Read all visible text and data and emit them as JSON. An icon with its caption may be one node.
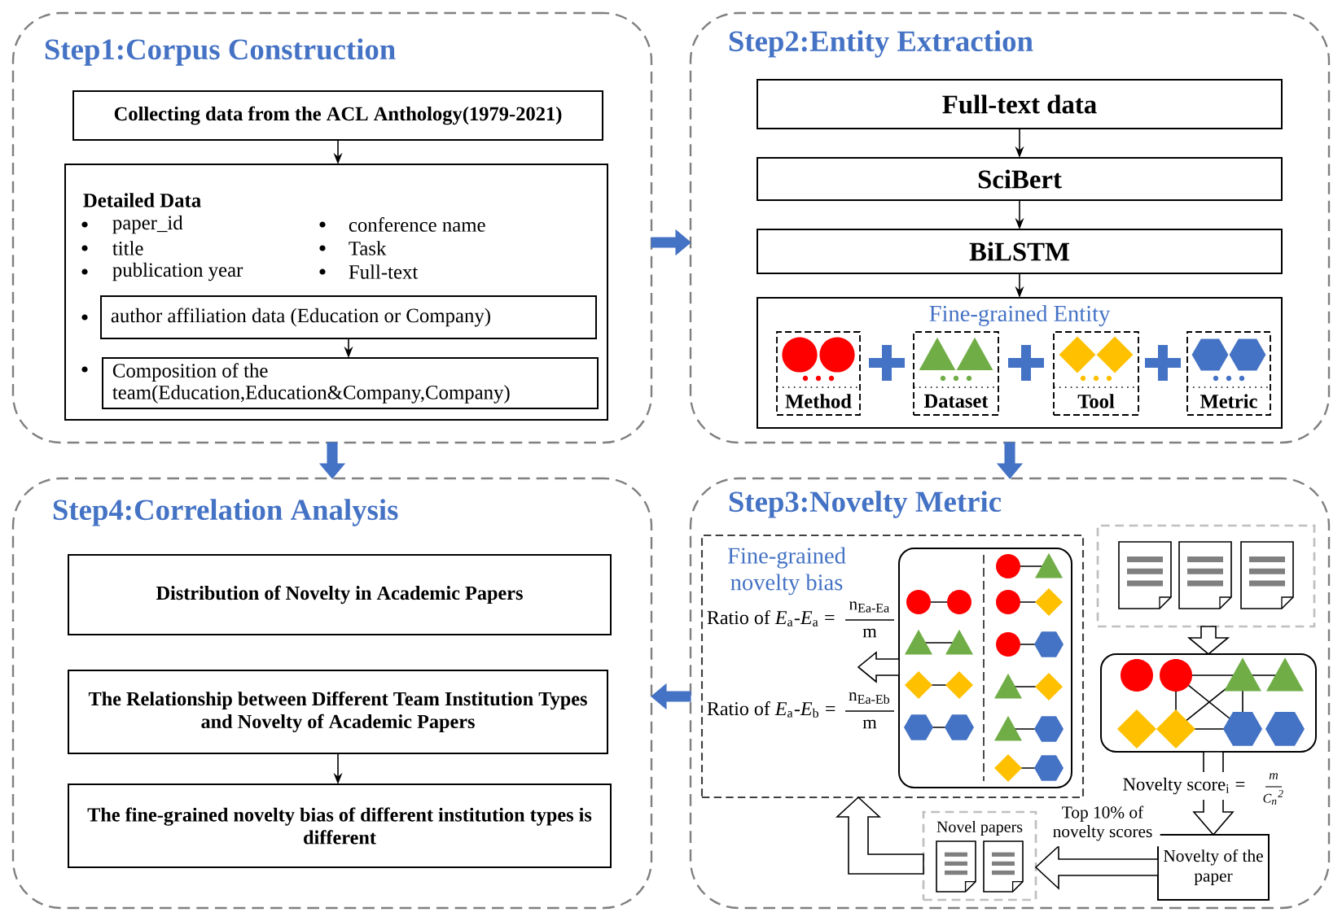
{
  "diagram": {
    "nodes": [
      {
        "text": [
          "Step1:Corpus Construction"
        ]
      },
      {
        "text": [
          "Collecting data from the ACL Anthology(1979-2021)"
        ],
        "in": 0
      },
      {
        "text": [
          "Detailed Data",
          "paper_id",
          "title",
          "publication year",
          "conference name",
          "Task",
          "Full-text"
        ],
        "in": 0
      },
      {
        "text": [
          "author affiliation data (Education or Company)"
        ],
        "in": 2
      },
      {
        "text": [
          "Composition of the team(Education,Education&Company,Company)"
        ],
        "in": 2
      },
      {
        "text": [
          "Step2:Entity Extraction"
        ]
      },
      {
        "text": [
          "Full-text data"
        ],
        "in": 5
      },
      {
        "text": [
          "SciBert"
        ],
        "in": 5
      },
      {
        "text": [
          "BiLSTM"
        ],
        "in": 5
      },
      {
        "text": [
          "Fine-grained Entity"
        ],
        "in": 5
      },
      {
        "text": [
          "Method"
        ],
        "in": 9
      },
      {
        "text": [
          "Dataset"
        ],
        "in": 9
      },
      {
        "text": [
          "Tool"
        ],
        "in": 9
      },
      {
        "text": [
          "Metric"
        ],
        "in": 9
      },
      {
        "text": [
          "Step3:Novelty Metric"
        ]
      },
      {
        "text": [
          "Fine-grained novelty bias",
          "Ratio of *E*$_{a}$-*E*$_{a}$ =",
          "n$_{Ea-Ea}$",
          "m",
          "Ratio of *E*$_{a}$-*E*$_{b}$ =",
          "n$_{Ea-Eb}$",
          "m"
        ],
        "in": 14
      },
      {
        "text": [],
        "shape": "box",
        "in": 15
      },
      {
        "text": [],
        "shape": "box",
        "in": 14
      },
      {
        "text": [],
        "shape": "box",
        "in": 14
      },
      {
        "text": [
          "Novelty of the paper"
        ],
        "in": 14
      },
      {
        "text": [
          "Novel papers"
        ],
        "in": 14
      },
      {
        "text": [
          "Step4:Correlation Analysis"
        ]
      },
      {
        "text": [
          "Distribution of Novelty in Academic Papers"
        ],
        "in": 21
      },
      {
        "text": [
          "The Relationship between Different Team Institution Types and Novelty of Academic Papers"
        ],
        "in": 21
      },
      {
        "text": [
          "The fine-grained novelty bias of different institution types is different"
        ],
        "in": 21
      }
    ],
    "edges": [
      {
        "from": 0,
        "to": 5,
        "arrow": "to",
        "style": "thick",
        "color": "#4472c4"
      },
      {
        "from": 1,
        "to": 2,
        "arrow": "to"
      },
      {
        "from": 3,
        "to": 4,
        "arrow": "to"
      },
      {
        "from": 0,
        "to": 21,
        "arrow": "to",
        "style": "thick",
        "color": "#4472c4"
      },
      {
        "from": 6,
        "to": 7,
        "arrow": "to"
      },
      {
        "from": 7,
        "to": 8,
        "arrow": "to"
      },
      {
        "from": 8,
        "to": 9,
        "arrow": "to"
      },
      {
        "from": 5,
        "to": 14,
        "arrow": "to",
        "style": "thick",
        "color": "#4472c4"
      },
      {
        "from": 16,
        "to": null,
        "arrow": "to",
        "style": "thick"
      },
      {
        "from": 17,
        "to": 18,
        "arrow": "to",
        "style": "thick"
      },
      {
        "from": 18,
        "to": 19,
        "arrow": "to",
        "style": "thick",
        "label": "Novelty score$_{i}$ ="
      },
      {
        "from": 19,
        "to": 20,
        "arrow": "to",
        "style": "thick",
        "label": "Top 10% of novelty scores"
      },
      {
        "from": 20,
        "to": 15,
        "arrow": "to",
        "style": "thick"
      },
      {
        "from": 14,
        "to": 21,
        "arrow": "to",
        "style": "thick",
        "color": "#4472c4"
      },
      {
        "from": 23,
        "to": 24,
        "arrow": "to"
      }
    ],
    "labels": [
      "m",
      "C$_{n}$$^{2}$"
    ]
  }
}
